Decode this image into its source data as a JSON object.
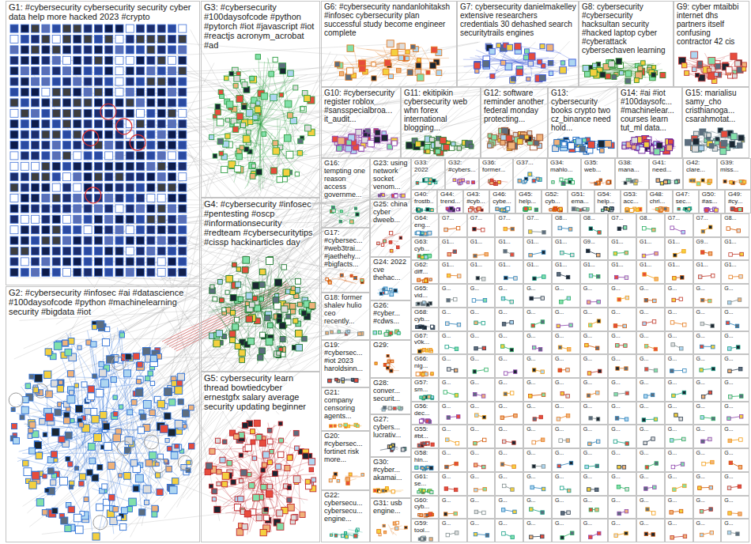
{
  "diagram": {
    "nodes": [
      {
        "text": [
          "G1: #cybersecurity cybersecurity security cyber data help more hacked 2023 #crypto"
        ]
      },
      {
        "text": [
          "G2: #cybersecurity #infosec #ai #datascience #100daysofcode #python #machinelearning security #bigdata #iot"
        ]
      },
      {
        "text": [
          "G3: #cybersecurity #100daysofcode #python #pytorch #iot #javascript #iot #reactjs acronym_acrobat #ad"
        ]
      },
      {
        "text": [
          "G4: #cybersecurity #infosec #pentesting #oscp #informationsecurity #redteam #cybersecuritytips #cissp hackinarticles day"
        ]
      },
      {
        "text": [
          "G5: cybersecurity learn thread bowtiedcyber ernestgfx salary average security updating beginner"
        ]
      },
      {
        "text": [
          "G6: #cybersecurity nandanlohitaksh #infosec cybersecurity plan successful study become engineer complete"
        ]
      },
      {
        "text": [
          "G7: cybersecurity danielmakelley extensive researchers credentials 30 dehashed search securitytrails engines"
        ]
      },
      {
        "text": [
          "G8: cybersecurity #cybersecurity hacksultan security #hacked laptop cyber #cyberattack cybersechaven learning"
        ]
      },
      {
        "text": [
          "G9: cyber mtaibbi internet dhs partners itself confusing contractor 42 cis"
        ]
      },
      {
        "text": [
          "G10: #cybersecurity register roblox #sansspecialbroa... it_audit..."
        ]
      },
      {
        "text": [
          "G11: ekitipikin cybersecurity web whn forex international blogging..."
        ]
      },
      {
        "text": [
          "G12: software reminder another federal monday protecting..."
        ]
      },
      {
        "text": [
          "G13: cybersecurity books crypto two cz_binance need hold..."
        ]
      },
      {
        "text": [
          "G14: #ai #iot #100daysofc... #machinelear... courses learn tut_ml data..."
        ]
      },
      {
        "text": [
          "G15: marialisu samy_cho cristhianoga... csarahmotat..."
        ]
      },
      {
        "text": [
          "G16: tempting one reason access governme..."
        ]
      },
      {
        "text": [
          "G17: #cybersec... #web3trai... #jaethehy... #bigfacts..."
        ]
      },
      {
        "text": [
          "G18: former shalev hulio ceo recently..."
        ]
      },
      {
        "text": [
          "G19: #cybersec... #iot 2023 haroldsinn..."
        ]
      },
      {
        "text": [
          "G21: company censoring agents..."
        ]
      },
      {
        "text": [
          "G20: #cybersec... fortinet risk more..."
        ]
      },
      {
        "text": [
          "G22: cybersecu... cybersecu... engine..."
        ]
      },
      {
        "text": [
          "G23: using network socket venom..."
        ]
      },
      {
        "text": [
          "G25: china cyber dweeb..."
        ]
      },
      {
        "text": [
          "G24: 2022 cve thehac..."
        ]
      },
      {
        "text": [
          "G26: #cyber... #cdws..."
        ]
      },
      {
        "text": [
          "G29:"
        ]
      },
      {
        "text": [
          "G28: conver... securit..."
        ]
      },
      {
        "text": [
          "G27: cybers... lucrativ..."
        ]
      },
      {
        "text": [
          "G30: #cyber... akamai..."
        ]
      },
      {
        "text": [
          "G31: usb engine..."
        ]
      },
      {
        "text": [
          "G33: 2022"
        ]
      },
      {
        "text": [
          "G32: #cybers..."
        ]
      },
      {
        "text": [
          "G36: former..."
        ]
      },
      {
        "text": [
          "G37..."
        ]
      },
      {
        "text": [
          "G34: mahlo..."
        ]
      },
      {
        "text": [
          "G35: web..."
        ]
      },
      {
        "text": [
          "G38: mana..."
        ]
      },
      {
        "text": [
          "G41: need..."
        ]
      },
      {
        "text": [
          "G42: clare..."
        ]
      },
      {
        "text": [
          "G39: miss..."
        ]
      },
      {
        "text": [
          "G40: frostb..."
        ]
      },
      {
        "text": [
          "G44: trend..."
        ]
      },
      {
        "text": [
          "G43: #cyb..."
        ]
      },
      {
        "text": [
          "G46: cybe..."
        ]
      },
      {
        "text": [
          "G45: help..."
        ]
      },
      {
        "text": [
          "G52: cyb..."
        ]
      },
      {
        "text": [
          "G51: ema..."
        ]
      },
      {
        "text": [
          "G54: help..."
        ]
      },
      {
        "text": [
          "G53: acc..."
        ]
      },
      {
        "text": [
          "G48: chri..."
        ]
      },
      {
        "text": [
          "G47: sec..."
        ]
      },
      {
        "text": [
          "G50: #as..."
        ]
      },
      {
        "text": [
          "G49: #cy..."
        ]
      },
      {
        "text": [
          "G64: eng..."
        ]
      },
      {
        "text": [
          "G63: cyb..."
        ]
      },
      {
        "text": [
          "G62: diff..."
        ]
      },
      {
        "text": [
          "G65: vid..."
        ]
      },
      {
        "text": [
          "G68: cyb..."
        ]
      },
      {
        "text": [
          "G67: v0k..."
        ]
      },
      {
        "text": [
          "G66: nig..."
        ]
      },
      {
        "text": [
          "G57: sm..."
        ]
      },
      {
        "text": [
          "G56: dec..."
        ]
      },
      {
        "text": [
          "G55: #bt..."
        ]
      },
      {
        "text": [
          "G58: hin..."
        ]
      },
      {
        "text": [
          "G61: se..."
        ]
      },
      {
        "text": [
          "G60: cyb..."
        ]
      },
      {
        "text": [
          "G59: tool..."
        ]
      },
      {
        "text": [
          "G7..."
        ]
      },
      {
        "text": [
          "G7..."
        ]
      },
      {
        "text": [
          "G7..."
        ]
      },
      {
        "text": [
          "G7..."
        ]
      },
      {
        "text": [
          "G8..."
        ]
      },
      {
        "text": [
          "G8..."
        ]
      },
      {
        "text": [
          "G7..."
        ]
      },
      {
        "text": [
          "G8..."
        ]
      },
      {
        "text": [
          "G7..."
        ]
      },
      {
        "text": [
          "G7..."
        ]
      },
      {
        "text": [
          "G8..."
        ]
      },
      {
        "text": [
          "G1..."
        ]
      },
      {
        "text": [
          "G1..."
        ]
      },
      {
        "text": [
          "G1..."
        ]
      },
      {
        "text": [
          "G1..."
        ]
      },
      {
        "text": [
          "G1..."
        ]
      },
      {
        "text": [
          "G9..."
        ]
      },
      {
        "text": [
          "G1..."
        ]
      },
      {
        "text": [
          "G1..."
        ]
      },
      {
        "text": [
          "G1..."
        ]
      },
      {
        "text": [
          "G9..."
        ]
      },
      {
        "text": [
          "G1..."
        ]
      },
      {
        "text": [
          "G1..."
        ]
      },
      {
        "text": [
          "G1..."
        ]
      },
      {
        "text": [
          "G1..."
        ]
      },
      {
        "text": [
          "G1..."
        ]
      },
      {
        "text": [
          "G1..."
        ]
      },
      {
        "text": [
          "G1..."
        ]
      },
      {
        "text": [
          "G1..."
        ]
      },
      {
        "text": [
          "G1..."
        ]
      },
      {
        "text": [
          "G1..."
        ]
      },
      {
        "text": [
          "G1..."
        ]
      },
      {
        "text": [
          "G1..."
        ]
      },
      {
        "text": [
          "G..."
        ]
      },
      {
        "text": [
          "G..."
        ]
      },
      {
        "text": [
          "G..."
        ]
      },
      {
        "text": [
          "G..."
        ]
      },
      {
        "text": [
          "G..."
        ]
      },
      {
        "text": [
          "G..."
        ]
      },
      {
        "text": [
          "G..."
        ]
      },
      {
        "text": [
          "G..."
        ]
      },
      {
        "text": [
          "G..."
        ]
      },
      {
        "text": [
          "G..."
        ]
      },
      {
        "text": [
          "G..."
        ]
      },
      {
        "text": [
          "G..."
        ]
      },
      {
        "text": [
          "G..."
        ]
      },
      {
        "text": [
          "G..."
        ]
      },
      {
        "text": [
          "G..."
        ]
      },
      {
        "text": [
          "G..."
        ]
      },
      {
        "text": [
          "G..."
        ]
      },
      {
        "text": [
          "G..."
        ]
      },
      {
        "text": [
          "G..."
        ]
      },
      {
        "text": [
          "G..."
        ]
      },
      {
        "text": [
          "G..."
        ]
      },
      {
        "text": [
          "G..."
        ]
      },
      {
        "text": [
          "G..."
        ]
      },
      {
        "text": [
          "G..."
        ]
      },
      {
        "text": [
          "G..."
        ]
      },
      {
        "text": [
          "G..."
        ]
      },
      {
        "text": [
          "G..."
        ]
      },
      {
        "text": [
          "G..."
        ]
      },
      {
        "text": [
          "G..."
        ]
      },
      {
        "text": [
          "G..."
        ]
      },
      {
        "text": [
          "G..."
        ]
      },
      {
        "text": [
          "G..."
        ]
      },
      {
        "text": [
          "G..."
        ]
      },
      {
        "text": [
          "G..."
        ]
      },
      {
        "text": [
          "G..."
        ]
      },
      {
        "text": [
          "G..."
        ]
      },
      {
        "text": [
          "G..."
        ]
      },
      {
        "text": [
          "G..."
        ]
      },
      {
        "text": [
          "G..."
        ]
      },
      {
        "text": [
          "G..."
        ]
      },
      {
        "text": [
          "G..."
        ]
      },
      {
        "text": [
          "G..."
        ]
      },
      {
        "text": [
          "G..."
        ]
      },
      {
        "text": [
          "G..."
        ]
      },
      {
        "text": [
          "G..."
        ]
      },
      {
        "text": [
          "G..."
        ]
      },
      {
        "text": [
          "G..."
        ]
      },
      {
        "text": [
          "G..."
        ]
      },
      {
        "text": [
          "G..."
        ]
      },
      {
        "text": [
          "G..."
        ]
      },
      {
        "text": [
          "G..."
        ]
      },
      {
        "text": [
          "G..."
        ]
      },
      {
        "text": [
          "G..."
        ]
      },
      {
        "text": [
          "G..."
        ]
      },
      {
        "text": [
          "G..."
        ]
      },
      {
        "text": [
          "G..."
        ]
      },
      {
        "text": [
          "G..."
        ]
      },
      {
        "text": [
          "G..."
        ]
      },
      {
        "text": [
          "G..."
        ]
      },
      {
        "text": [
          "G..."
        ]
      },
      {
        "text": [
          "G..."
        ]
      },
      {
        "text": [
          "G..."
        ]
      },
      {
        "text": [
          "G..."
        ]
      },
      {
        "text": [
          "G..."
        ]
      },
      {
        "text": [
          "G..."
        ]
      },
      {
        "text": [
          "G..."
        ]
      },
      {
        "text": [
          "G..."
        ]
      },
      {
        "text": [
          "G..."
        ]
      },
      {
        "text": [
          "G..."
        ]
      },
      {
        "text": [
          "G..."
        ]
      },
      {
        "text": [
          "G..."
        ]
      },
      {
        "text": [
          "G..."
        ]
      },
      {
        "text": [
          "G..."
        ]
      },
      {
        "text": [
          "G..."
        ]
      },
      {
        "text": [
          "G..."
        ]
      },
      {
        "text": [
          "G..."
        ]
      },
      {
        "text": [
          "G..."
        ]
      },
      {
        "text": [
          "G..."
        ]
      },
      {
        "text": [
          "G..."
        ]
      },
      {
        "text": [
          "G..."
        ]
      },
      {
        "text": [
          "G..."
        ]
      },
      {
        "text": [
          "G..."
        ]
      },
      {
        "text": [
          "G..."
        ]
      },
      {
        "text": [
          "G..."
        ]
      },
      {
        "text": [
          "G..."
        ]
      },
      {
        "text": [
          "G..."
        ]
      },
      {
        "text": [
          "G..."
        ]
      },
      {
        "text": [
          "G..."
        ]
      },
      {
        "text": [
          "G..."
        ]
      },
      {
        "text": [
          "G..."
        ]
      },
      {
        "text": [
          "G..."
        ]
      },
      {
        "text": [
          "G..."
        ]
      },
      {
        "text": [
          "G..."
        ]
      },
      {
        "text": [
          "G..."
        ]
      },
      {
        "text": [
          "G..."
        ]
      },
      {
        "text": [
          "G..."
        ]
      },
      {
        "text": [
          "G..."
        ]
      },
      {
        "text": [
          "G..."
        ]
      },
      {
        "text": [
          "G..."
        ]
      },
      {
        "text": [
          "G..."
        ]
      },
      {
        "text": [
          "G..."
        ]
      },
      {
        "text": [
          "G..."
        ]
      },
      {
        "text": [
          "G..."
        ]
      },
      {
        "text": [
          "G..."
        ]
      },
      {
        "text": [
          "G..."
        ]
      },
      {
        "text": [
          "G..."
        ]
      },
      {
        "text": [
          "G..."
        ]
      },
      {
        "text": [
          "G..."
        ]
      },
      {
        "text": [
          "G..."
        ]
      },
      {
        "text": [
          "G..."
        ]
      },
      {
        "text": [
          "G..."
        ]
      },
      {
        "text": [
          "G..."
        ]
      },
      {
        "text": [
          "G..."
        ]
      },
      {
        "text": [
          "G..."
        ]
      },
      {
        "text": [
          "G..."
        ]
      },
      {
        "text": [
          "G..."
        ]
      },
      {
        "text": [
          "G..."
        ]
      },
      {
        "text": [
          "G..."
        ]
      },
      {
        "text": [
          "G..."
        ]
      },
      {
        "text": [
          "G..."
        ]
      },
      {
        "text": [
          "G..."
        ]
      }
    ]
  }
}
